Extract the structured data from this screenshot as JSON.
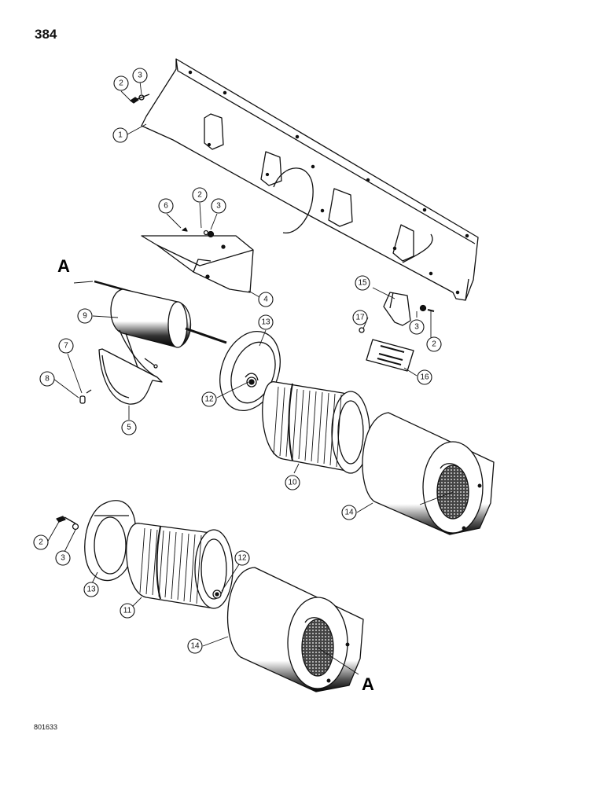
{
  "page_number": "384",
  "figure_id": "801633",
  "shaft_reference_label": "A",
  "callouts": {
    "c1": "1",
    "c2a": "2",
    "c3a": "3",
    "c6": "6",
    "c2b": "2",
    "c3b": "3",
    "c4": "4",
    "c9": "9",
    "c7": "7",
    "c8": "8",
    "c5": "5",
    "c13a": "13",
    "c12a": "12",
    "c10": "10",
    "c15": "15",
    "c3c": "3",
    "c2c": "2",
    "c17": "17",
    "c16": "16",
    "c14a": "14",
    "c2d": "2",
    "c3d": "3",
    "c13b": "13",
    "c11": "11",
    "c12b": "12",
    "c14b": "14"
  },
  "colors": {
    "line": "#111111",
    "shade": "#1a1a1a",
    "paper": "#ffffff"
  }
}
